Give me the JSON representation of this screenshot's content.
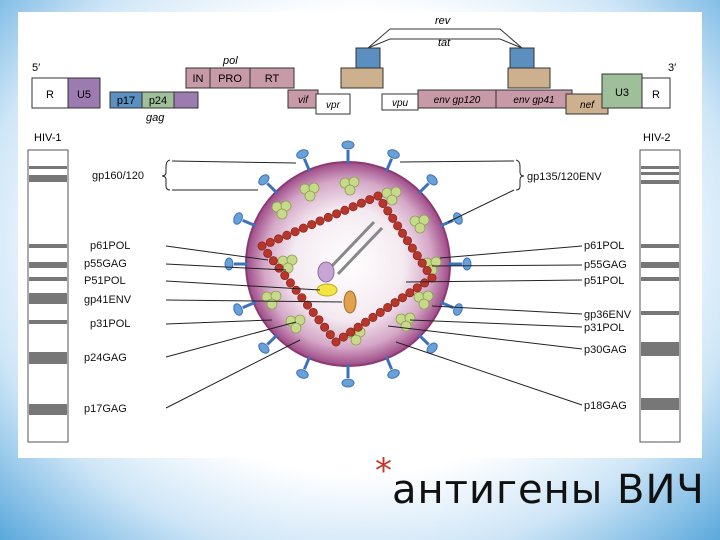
{
  "genome": {
    "end5": "5′",
    "end3": "3′",
    "rev": "rev",
    "tat": "tat",
    "pol": "pol",
    "gag": "gag",
    "genes": {
      "R_left": "R",
      "U5": "U5",
      "p17": "p17",
      "p24": "p24",
      "IN": "IN",
      "PRO": "PRO",
      "RT": "RT",
      "vif": "vif",
      "vpr": "vpr",
      "vpu": "vpu",
      "env_gp120": "env gp120",
      "env_gp41": "env gp41",
      "nef": "nef",
      "U3": "U3",
      "R_right": "R"
    }
  },
  "blots": {
    "hiv1_title": "HIV-1",
    "hiv2_title": "HIV-2"
  },
  "labels_left": {
    "gp160": "gp160/120",
    "p61": "p61POL",
    "p55": "p55GAG",
    "p51": "P51POL",
    "gp41": "gp41ENV",
    "p31": "p31POL",
    "p24": "p24GAG",
    "p17": "p17GAG"
  },
  "labels_right": {
    "gp135": "gp135/120ENV",
    "p61": "p61POL",
    "p55": "p55GAG",
    "p51": "p51POL",
    "gp36": "gp36ENV",
    "p31": "p31POL",
    "p30": "p30GAG",
    "p18": "p18GAG"
  },
  "caption": {
    "star": "*",
    "text": "антигены ВИЧ"
  },
  "colors": {
    "purple_gene": "#9b7bb0",
    "blue_gene": "#5a8fbf",
    "green_gene": "#9fbf9a",
    "pink_gene": "#c89aa8",
    "tan_gene": "#cdb08e",
    "bead": "#b8352a",
    "virion": "#a34a86",
    "spike": "#3e72b8",
    "knob": "#c9d98c"
  }
}
